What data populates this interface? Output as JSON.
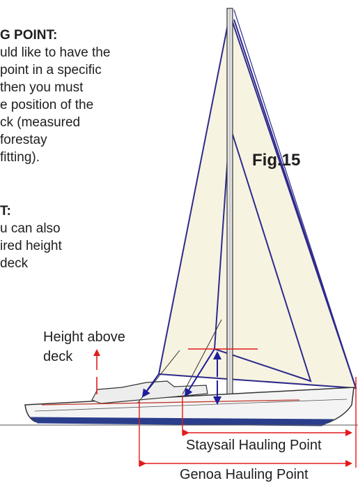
{
  "figure_label": "Fig.15",
  "hauling_point_section": {
    "heading": "G POINT:",
    "lines": [
      "uld like to have the",
      "point in a specific",
      "then you must",
      "e position of the",
      "ck (measured",
      "forestay",
      "fitting)."
    ]
  },
  "height_section": {
    "heading": "T:",
    "lines": [
      "u can also",
      "ired height",
      "deck"
    ]
  },
  "diagram_labels": {
    "height_above_deck_line1": "Height above",
    "height_above_deck_line2": "deck",
    "staysail_hauling_point": "Staysail Hauling Point",
    "genoa_hauling_point": "Genoa Hauling Point"
  },
  "colors": {
    "sail_fill": "#f7f3e1",
    "rigging": "#2d2a8c",
    "dimension_red": "#e21b1b",
    "arrow_blue": "#1d1d9c",
    "hull_fill": "#f4f4f4",
    "hull_stripe": "#2b3e8c"
  }
}
